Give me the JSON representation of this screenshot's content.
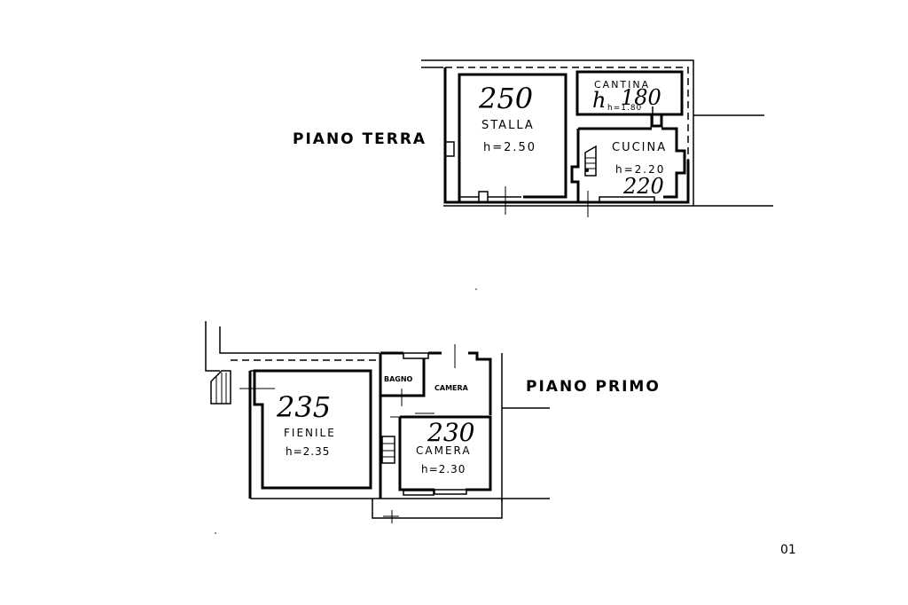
{
  "floors": {
    "ground": {
      "title": "PIANO TERRA",
      "rooms": {
        "stalla": {
          "name": "STALLA",
          "height_label": "h=2.50",
          "handwritten": "250"
        },
        "cantina": {
          "name": "CANTINA",
          "height_label": "h=1.80",
          "handwritten": "180",
          "handwritten_prefix": "h"
        },
        "cucina": {
          "name": "CUCINA",
          "height_label": "h=2.20",
          "handwritten": "220"
        }
      }
    },
    "first": {
      "title": "PIANO PRIMO",
      "rooms": {
        "fienile": {
          "name": "FIENILE",
          "height_label": "h=2.35",
          "handwritten": "235"
        },
        "bagno": {
          "name": "BAGNO"
        },
        "camera_small": {
          "name": "CAMERA"
        },
        "camera_large": {
          "name": "CAMERA",
          "height_label": "h=2.30",
          "handwritten": "230"
        }
      }
    }
  },
  "page_mark": "01"
}
